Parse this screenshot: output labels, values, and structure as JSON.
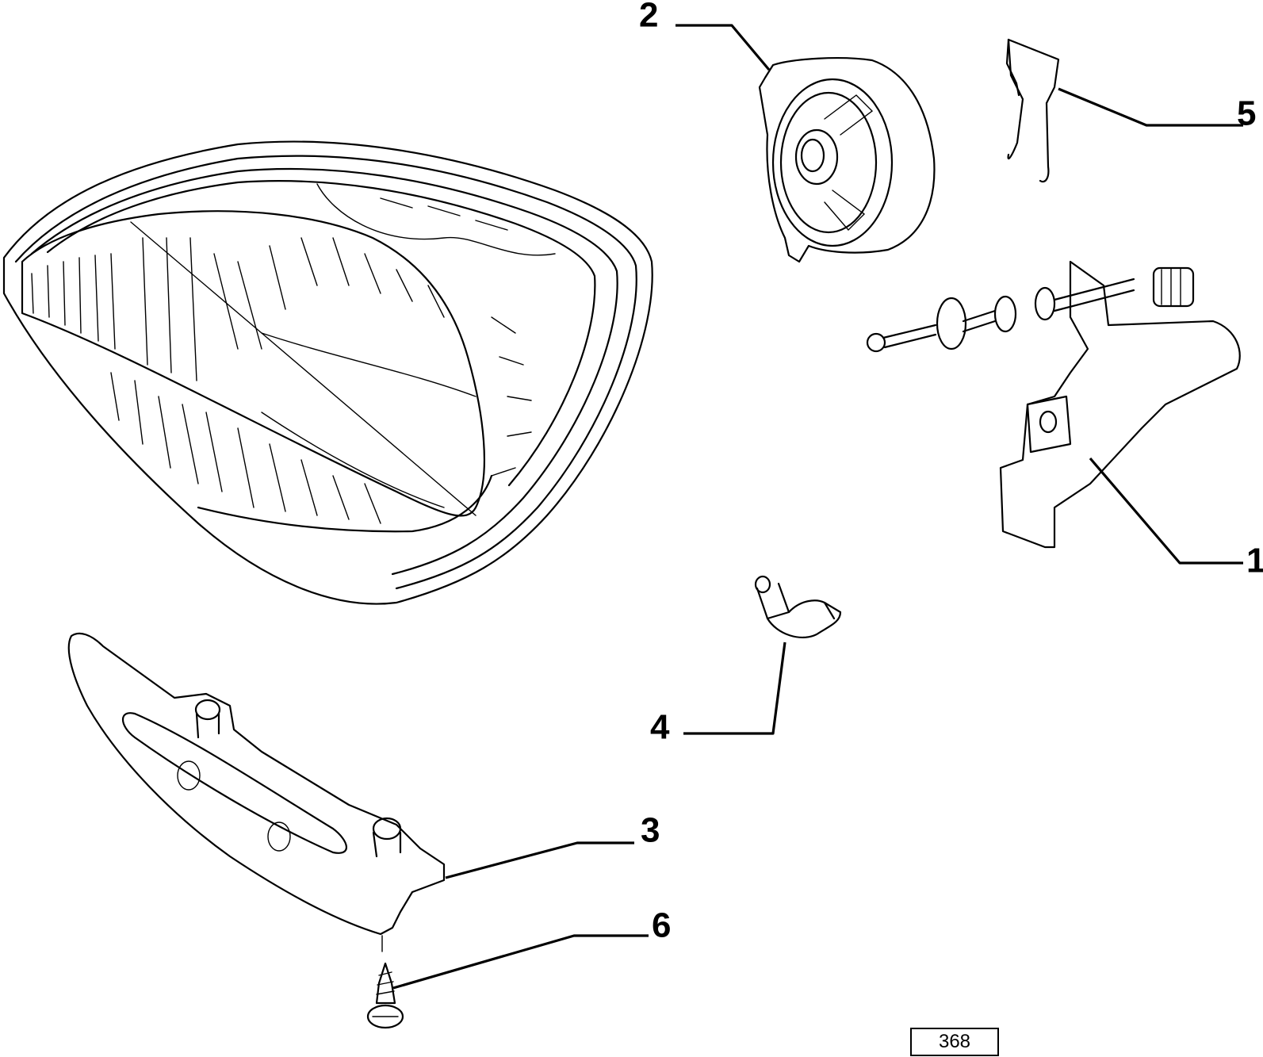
{
  "diagram": {
    "callouts": [
      {
        "number": "1",
        "part": "bracket-assembly"
      },
      {
        "number": "2",
        "part": "bulb-holder-cap"
      },
      {
        "number": "3",
        "part": "side-trim-strip"
      },
      {
        "number": "4",
        "part": "bulb"
      },
      {
        "number": "5",
        "part": "spring-clip"
      },
      {
        "number": "6",
        "part": "screw"
      }
    ],
    "page_number": "368"
  }
}
